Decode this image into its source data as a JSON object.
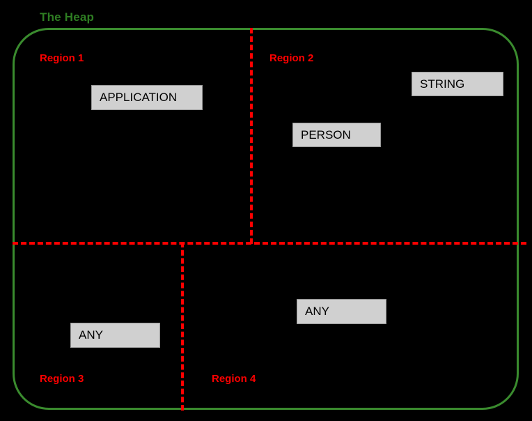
{
  "diagram": {
    "title": "The Heap",
    "background_color": "#000000",
    "heap_border_color": "#3a8b2e",
    "title_color": "#2e7d22",
    "divider_color": "#ff0000",
    "object_box_fill": "#d0d0d0",
    "object_box_border": "#999999",
    "object_text_color": "#000000"
  },
  "regions": [
    {
      "id": "region-1",
      "label": "Region 1"
    },
    {
      "id": "region-2",
      "label": "Region 2"
    },
    {
      "id": "region-3",
      "label": "Region 3"
    },
    {
      "id": "region-4",
      "label": "Region 4"
    }
  ],
  "objects": [
    {
      "id": "application",
      "label": "APPLICATION",
      "region": "Region 1"
    },
    {
      "id": "string",
      "label": "STRING",
      "region": "Region 2"
    },
    {
      "id": "person",
      "label": "PERSON",
      "region": "Region 2"
    },
    {
      "id": "any-r3",
      "label": "ANY",
      "region": "Region 3"
    },
    {
      "id": "any-r4",
      "label": "ANY",
      "region": "Region 4"
    }
  ],
  "dividers": [
    {
      "id": "divider-vertical-top",
      "orientation": "vertical",
      "style": "dashed"
    },
    {
      "id": "divider-horizontal",
      "orientation": "horizontal",
      "style": "dashed"
    },
    {
      "id": "divider-vertical-bottom",
      "orientation": "vertical",
      "style": "dashed"
    }
  ]
}
